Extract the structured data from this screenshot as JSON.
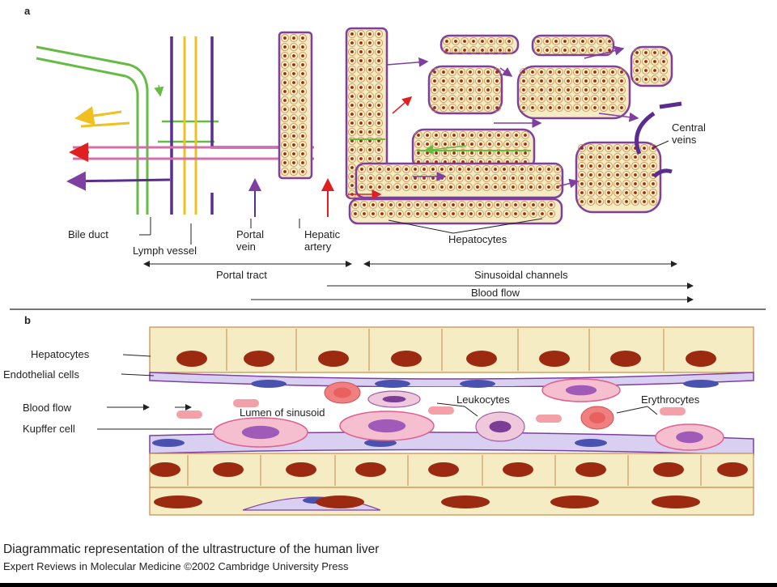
{
  "panel_a": {
    "letter": "a",
    "labels": {
      "bile_duct": "Bile duct",
      "lymph_vessel": "Lymph vessel",
      "portal_vein_1": "Portal",
      "portal_vein_2": "vein",
      "hepatic_artery_1": "Hepatic",
      "hepatic_artery_2": "artery",
      "hepatocytes": "Hepatocytes",
      "central_veins_1": "Central",
      "central_veins_2": "veins",
      "portal_tract": "Portal tract",
      "sinusoidal_channels": "Sinusoidal channels",
      "blood_flow": "Blood flow"
    }
  },
  "panel_b": {
    "letter": "b",
    "labels": {
      "hepatocytes": "Hepatocytes",
      "endothelial_cells": "Endothelial cells",
      "blood_flow": "Blood flow",
      "kupffer_cell": "Kupffer cell",
      "lumen_of_sinusoid": "Lumen of sinusoid",
      "leukocytes": "Leukocytes",
      "erythrocytes": "Erythrocytes"
    }
  },
  "caption": {
    "title": "Diagrammatic representation of the ultrastructure of the human liver",
    "source": "Expert Reviews in Molecular Medicine ©2002 Cambridge University Press"
  },
  "colors": {
    "hepatocyte_fill": "#f5ecc4",
    "hepatocyte_border": "#c98a4a",
    "nucleus": "#9b2a10",
    "plate_border": "#7e3fa0",
    "portal_vein": "#5b2d91",
    "hepatic_artery": "#e02020",
    "bile_duct": "#66bb44",
    "lymph_vessel": "#f0c020",
    "sinusoid_wall": "#d070a8",
    "endothelial": "#d9cff0",
    "endothelial_nucleus": "#4a52b0",
    "kupffer": "#f5bfd0",
    "kupffer_nucleus": "#a05ab8",
    "erythrocyte": "#f08080"
  }
}
